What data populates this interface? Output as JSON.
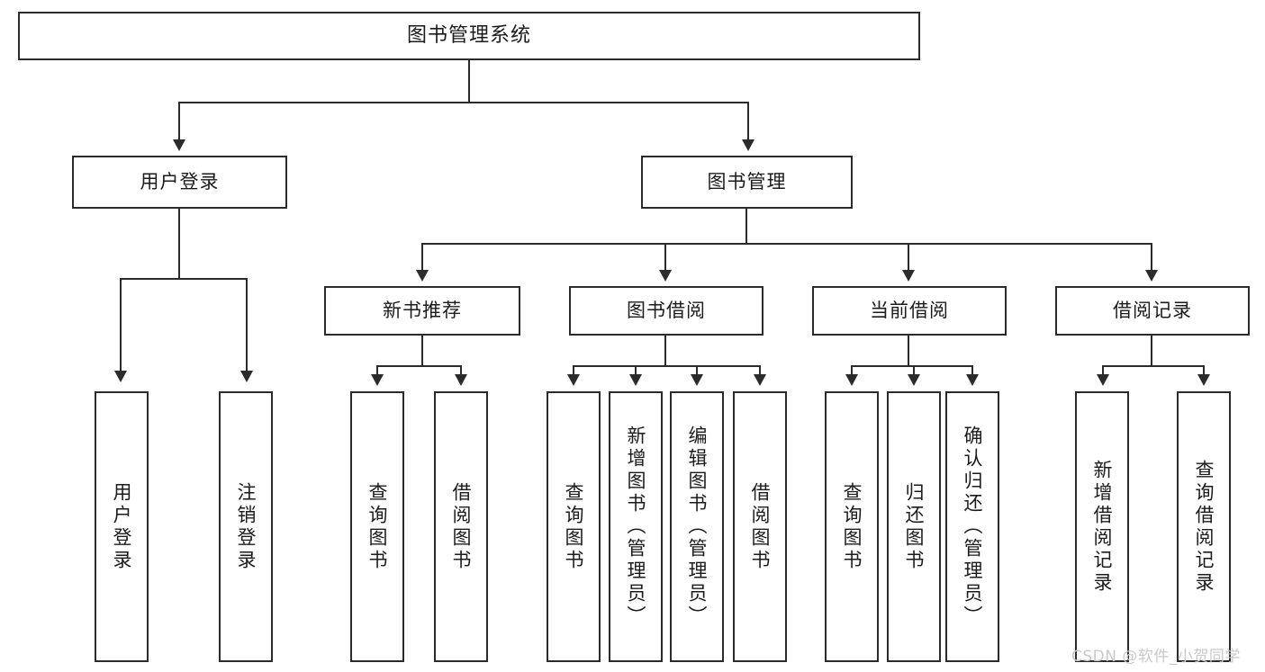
{
  "diagram": {
    "title": "图书管理系统",
    "type": "tree",
    "watermark": "CSDN @软件_小贺同学",
    "colors": {
      "stroke": "#2b2b2b",
      "fill": "#ffffff",
      "text": "#1b1b1b",
      "watermark": "#c9c9c9"
    },
    "nodes": {
      "root": {
        "label": "图书管理系统"
      },
      "level1": [
        {
          "label": "用户登录"
        },
        {
          "label": "图书管理"
        }
      ],
      "level2": [
        {
          "label": "新书推荐"
        },
        {
          "label": "图书借阅"
        },
        {
          "label": "当前借阅"
        },
        {
          "label": "借阅记录"
        }
      ],
      "leaves": {
        "user_login": [
          {
            "label": "用户登录"
          },
          {
            "label": "注销登录"
          }
        ],
        "new_book_recommend": [
          {
            "label": "查询图书"
          },
          {
            "label": "借阅图书"
          }
        ],
        "book_borrow": [
          {
            "label": "查询图书"
          },
          {
            "label": "新增图书（管理员）"
          },
          {
            "label": "编辑图书（管理员）"
          },
          {
            "label": "借阅图书"
          }
        ],
        "current_borrow": [
          {
            "label": "查询图书"
          },
          {
            "label": "归还图书"
          },
          {
            "label": "确认归还（管理员）"
          }
        ],
        "borrow_record": [
          {
            "label": "新增借阅记录"
          },
          {
            "label": "查询借阅记录"
          }
        ]
      }
    }
  }
}
